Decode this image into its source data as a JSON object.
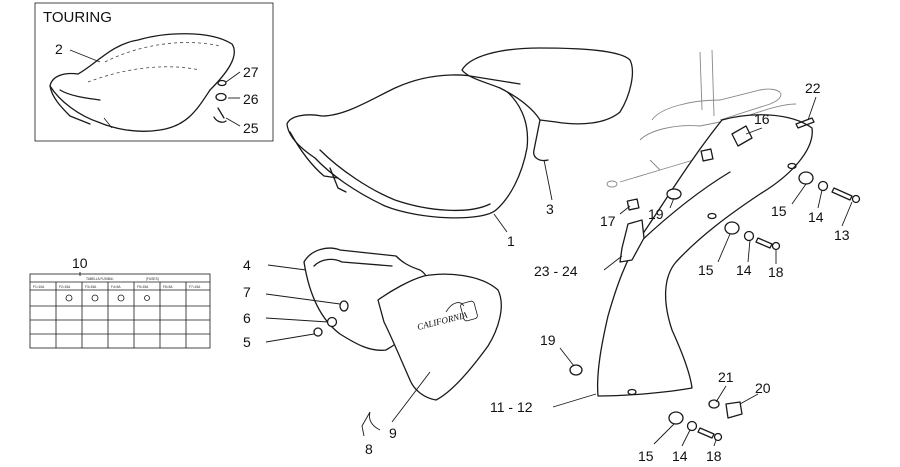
{
  "inset": {
    "title": "TOURING"
  },
  "callouts": {
    "c1": "1",
    "c2": "2",
    "c3": "3",
    "c4": "4",
    "c5": "5",
    "c6": "6",
    "c7": "7",
    "c8": "8",
    "c9": "9",
    "c10": "10",
    "c11_12": "11 - 12",
    "c13": "13",
    "c14a": "14",
    "c14b": "14",
    "c14c": "14",
    "c15a": "15",
    "c15b": "15",
    "c15c": "15",
    "c16": "16",
    "c17": "17",
    "c18a": "18",
    "c18b": "18",
    "c19a": "19",
    "c19b": "19",
    "c20": "20",
    "c21": "21",
    "c22": "22",
    "c23_24": "23 - 24",
    "c25": "25",
    "c26": "26",
    "c27": "27"
  },
  "fuse_label": {
    "heading": "TABELLA FUSIBILI",
    "subheading": "(FUSES)",
    "fuses": [
      "F1=10A",
      "F2=15A",
      "F3=15A",
      "F4=5A",
      "F5=15A",
      "F6=5A",
      "F7=15A"
    ]
  },
  "side_cover": {
    "brand": "CALIFORNIA"
  }
}
